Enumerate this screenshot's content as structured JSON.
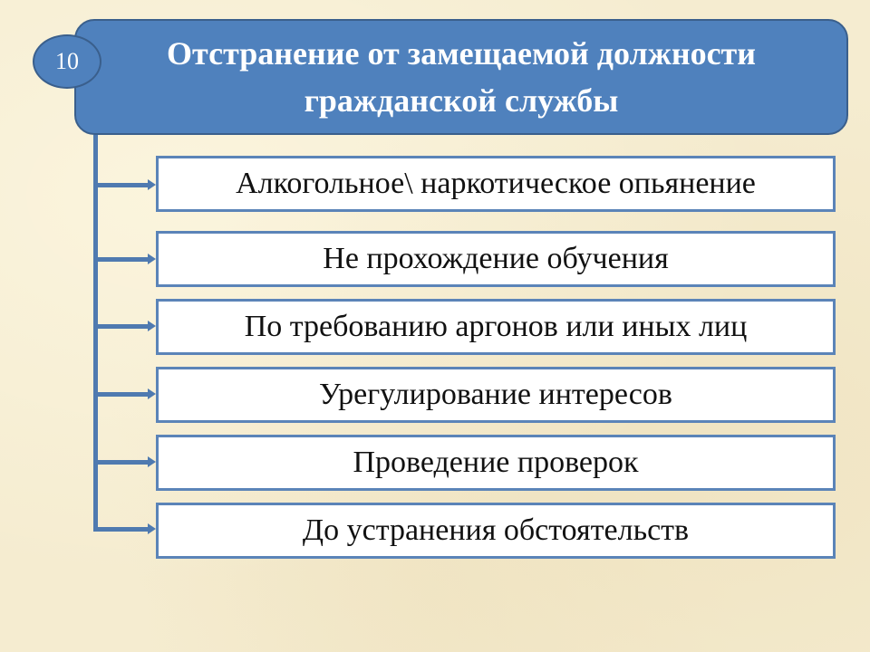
{
  "header": {
    "number": "10",
    "title_line1": "Отстранение от замещаемой должности",
    "title_line2": "гражданской службы"
  },
  "items": [
    {
      "label": "Алкогольное\\ наркотическое опьянение"
    },
    {
      "label": "Не прохождение обучения"
    },
    {
      "label": "По требованию аргонов или иных лиц"
    },
    {
      "label": "Урегулирование интересов"
    },
    {
      "label": "Проведение проверок"
    },
    {
      "label": "До устранения обстоятельств"
    }
  ],
  "colors": {
    "header_fill": "#4f81bd",
    "connector": "#4f7ab0",
    "box_border": "#5b84b8",
    "background": "#f5ecd0"
  }
}
